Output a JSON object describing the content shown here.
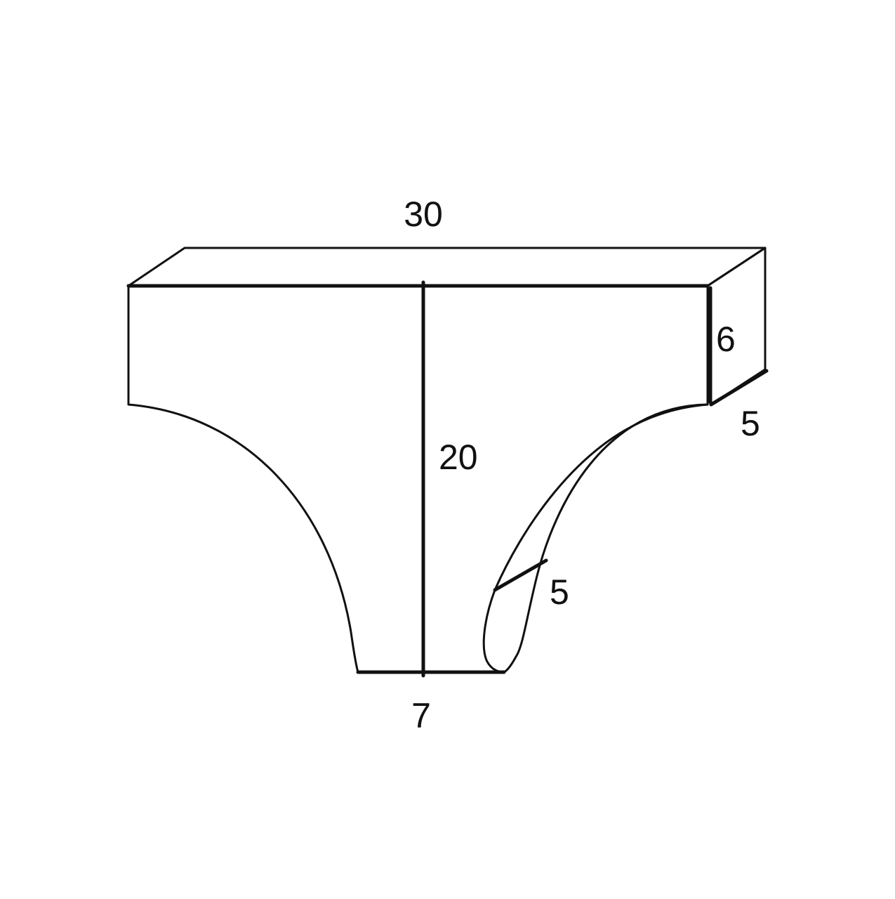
{
  "diagram": {
    "colors": {
      "stroke": "#111111",
      "background": "#ffffff"
    },
    "dimensions": {
      "top_length": "30",
      "height": "20",
      "bottom_length": "7",
      "end_height": "6",
      "end_depth": "5",
      "section_thickness": "5"
    }
  }
}
